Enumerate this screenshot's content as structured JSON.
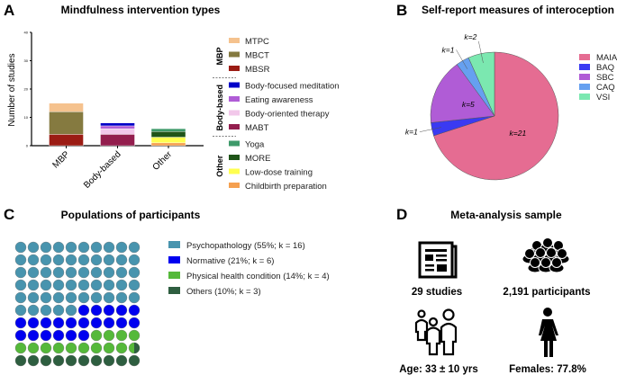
{
  "panels": {
    "A": {
      "label": "A",
      "title": "Mindfulness intervention types"
    },
    "B": {
      "label": "B",
      "title": "Self-report measures of interoception"
    },
    "C": {
      "label": "C",
      "title": "Populations of participants"
    },
    "D": {
      "label": "D",
      "title": "Meta-analysis sample"
    }
  },
  "chart_data": [
    {
      "type": "bar",
      "stacked": true,
      "ylabel": "Number of studies",
      "ylim": [
        0,
        40
      ],
      "yticks": [
        "0",
        "10",
        "20",
        "30",
        "40"
      ],
      "categories": [
        "MBP",
        "Body-based",
        "Other"
      ],
      "groups": [
        {
          "name": "MBP",
          "series": [
            {
              "name": "MTPC",
              "color": "#F5C28E",
              "category": "MBP",
              "value": 3
            },
            {
              "name": "MBCT",
              "color": "#857A40",
              "category": "MBP",
              "value": 8
            },
            {
              "name": "MBSR",
              "color": "#9B1C14",
              "category": "MBP",
              "value": 4
            }
          ]
        },
        {
          "name": "Body-based",
          "series": [
            {
              "name": "Body-focused meditation",
              "color": "#0000C8",
              "category": "Body-based",
              "value": 1
            },
            {
              "name": "Eating awareness",
              "color": "#B05CD6",
              "category": "Body-based",
              "value": 1
            },
            {
              "name": "Body-oriented therapy",
              "color": "#F2C8EA",
              "category": "Body-based",
              "value": 2
            },
            {
              "name": "MABT",
              "color": "#931E4E",
              "category": "Body-based",
              "value": 4
            }
          ]
        },
        {
          "name": "Other",
          "series": [
            {
              "name": "Yoga",
              "color": "#3E9A6A",
              "category": "Other",
              "value": 1
            },
            {
              "name": "MORE",
              "color": "#1F5418",
              "category": "Other",
              "value": 2
            },
            {
              "name": "Low-dose training",
              "color": "#FFFF50",
              "category": "Other",
              "value": 2
            },
            {
              "name": "Childbirth preparation",
              "color": "#F5A050",
              "category": "Other",
              "value": 1
            }
          ]
        }
      ]
    },
    {
      "type": "pie",
      "slices": [
        {
          "name": "MAIA",
          "value": 21,
          "label": "k=21",
          "color": "#E56C92"
        },
        {
          "name": "BAQ",
          "value": 1,
          "label": "k=1",
          "color": "#3A3AF2"
        },
        {
          "name": "SBC",
          "value": 5,
          "label": "k=5",
          "color": "#B05CD6"
        },
        {
          "name": "CAQ",
          "value": 1,
          "label": "k=1",
          "color": "#66A0F0"
        },
        {
          "name": "VSI",
          "value": 2,
          "label": "k=2",
          "color": "#7BE8B0"
        }
      ]
    },
    {
      "type": "waffle",
      "total": 100,
      "categories": [
        {
          "name": "Psychopathology (55%; k = 16)",
          "value": 55,
          "color": "#4894AE"
        },
        {
          "name": "Normative (21%; k = 6)",
          "value": 21,
          "color": "#0000F0"
        },
        {
          "name": "Physical health condition (14%; k = 4)",
          "value": 13.5,
          "color": "#55B93A"
        },
        {
          "name": "Others (10%; k = 3)",
          "value": 10.5,
          "color": "#2E5E40"
        }
      ]
    }
  ],
  "summary": {
    "studies": "29 studies",
    "participants": "2,191 participants",
    "age": "Age: 33 ± 10 yrs",
    "females": "Females: 77.8%",
    "icons": [
      "newspaper-icon",
      "crowd-icon",
      "family-icon",
      "female-icon"
    ]
  }
}
